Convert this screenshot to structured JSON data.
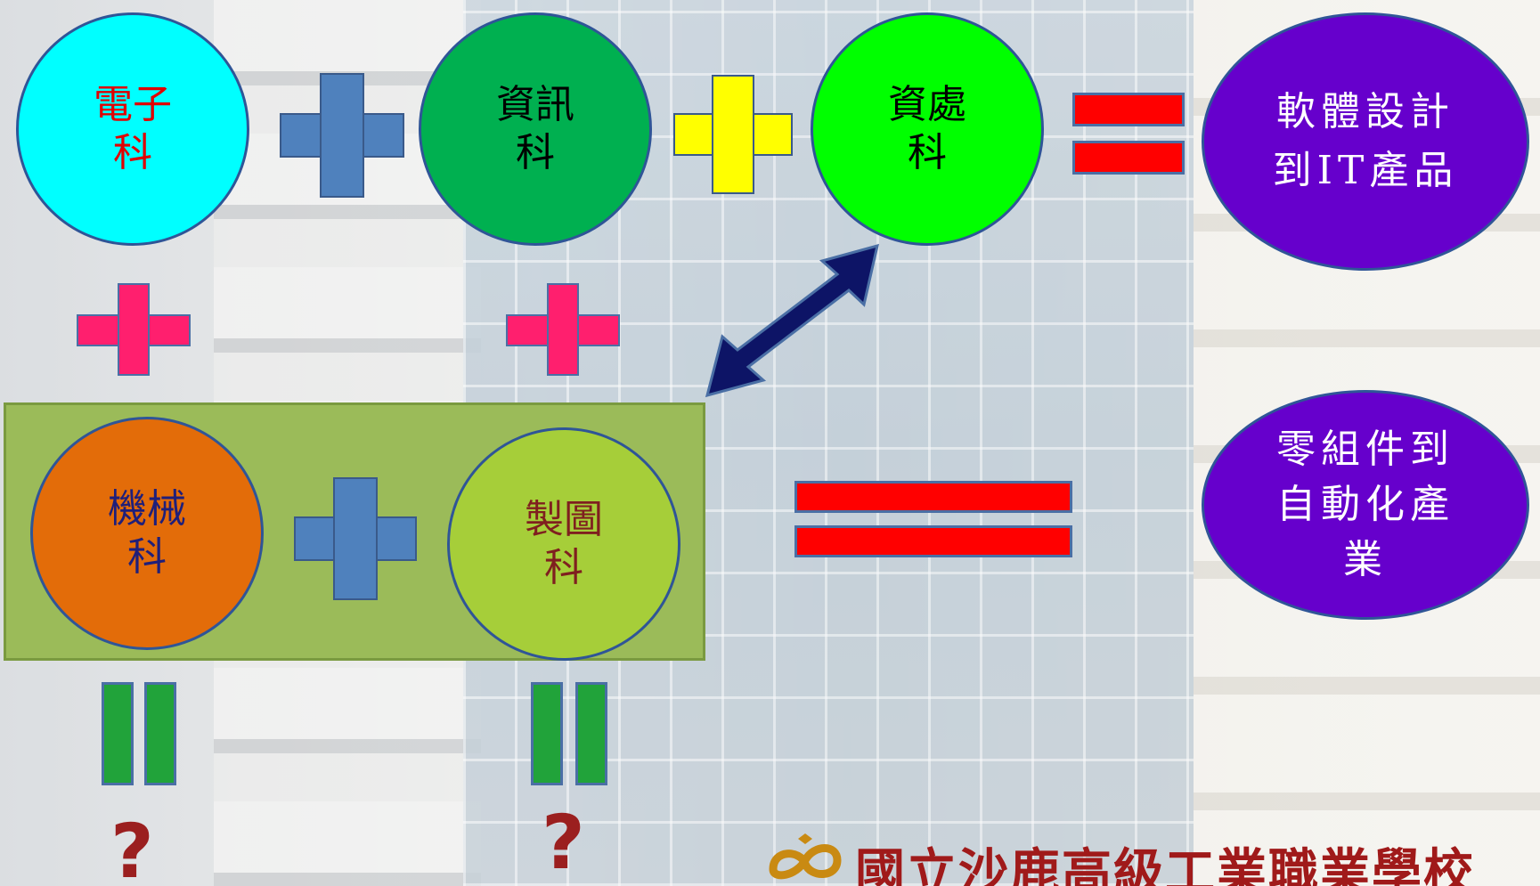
{
  "departments": {
    "electronics": {
      "line1": "電子",
      "line2": "科",
      "fill": "#00ffff",
      "text_color": "#e00000"
    },
    "information": {
      "line1": "資訊",
      "line2": "科",
      "fill": "#00b050",
      "text_color": "#000000"
    },
    "data_processing": {
      "line1": "資處",
      "line2": "科",
      "fill": "#00ff00",
      "text_color": "#000000"
    },
    "mechanical": {
      "line1": "機械",
      "line2": "科",
      "fill": "#e36c09",
      "text_color": "#1f1f7a"
    },
    "drafting": {
      "line1": "製圖",
      "line2": "科",
      "fill": "#a6ce39",
      "text_color": "#7f1f1f"
    }
  },
  "results": {
    "software": {
      "line1": "軟體設計",
      "line2": "到IT產品",
      "fill": "#6600cc",
      "text_color": "#ffffff"
    },
    "automation": {
      "line1": "零組件到",
      "line2": "自動化產",
      "line3": "業",
      "fill": "#6600cc",
      "text_color": "#ffffff"
    }
  },
  "question_marks": {
    "left": "?",
    "right": "?"
  },
  "school_name": "國立沙鹿高級工業職業學校",
  "colors": {
    "plus_blue": "#4f81bd",
    "plus_yellow": "#ffff00",
    "plus_pink": "#ff1f6e",
    "equals_red": "#ff0000",
    "equals_pipe_green": "#21a33a",
    "arrow_navy": "#0d1466",
    "group_box": "#9bbb59",
    "question_mark": "#9b1f1f"
  },
  "icons": {
    "logo": "school-logo-icon",
    "arrow": "double-headed-arrow-icon"
  }
}
